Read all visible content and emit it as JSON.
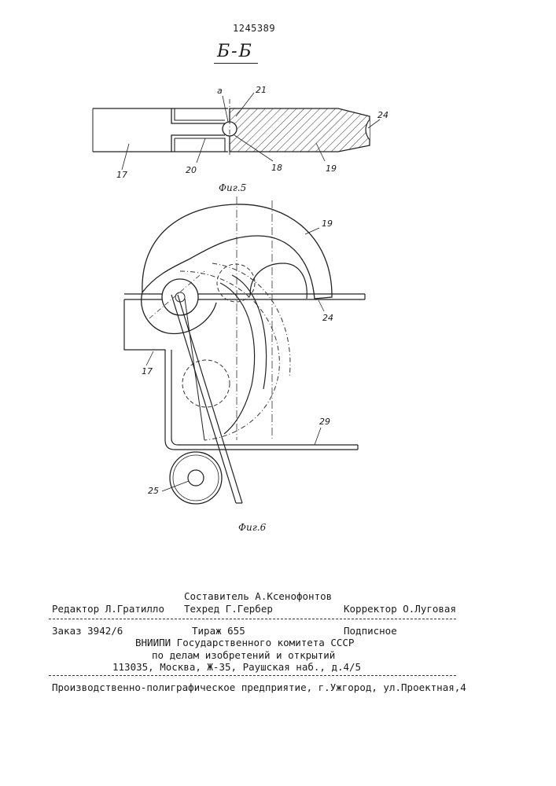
{
  "header": {
    "patent_number": "1245389",
    "section_title": "Б-Б"
  },
  "figures": {
    "fig5": {
      "caption": "Фиг.5",
      "labels": {
        "a": "a",
        "p21": "21",
        "p24": "24",
        "p17": "17",
        "p20": "20",
        "p18": "18",
        "p19": "19"
      }
    },
    "fig6": {
      "caption": "Фиг.6",
      "labels": {
        "p19": "19",
        "p24": "24",
        "p17": "17",
        "p29": "29",
        "p25": "25"
      }
    }
  },
  "footer": {
    "compiler": "Составитель А.Ксенофонтов",
    "editor": "Редактор Л.Гратилло",
    "techred": "Техред Г.Гербер",
    "corrector": "Корректор О.Луговая",
    "order": "Заказ 3942/6",
    "circulation": "Тираж 655",
    "subscription": "Подписное",
    "org_line1": "ВНИИПИ Государственного комитета СССР",
    "org_line2": "по делам изобретений и открытий",
    "address": "113035, Москва, Ж-35, Раушская наб., д.4/5",
    "printer": "Производственно-полиграфическое предприятие, г.Ужгород, ул.Проектная,4"
  }
}
